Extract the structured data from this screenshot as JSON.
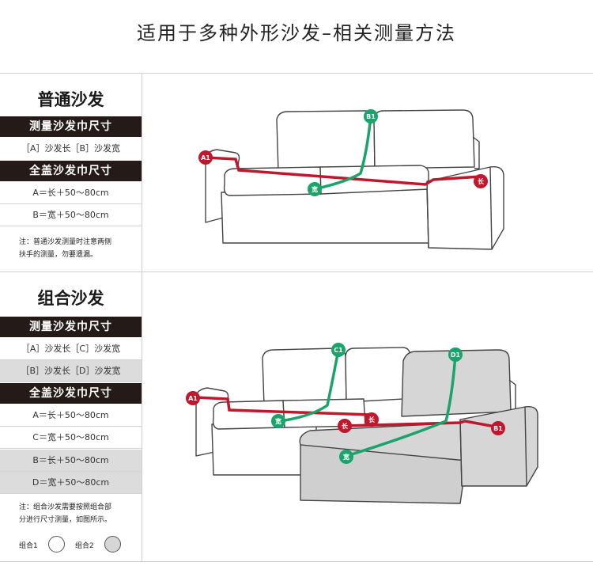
{
  "title": "适用于多种外形沙发–相关测量方法",
  "colors": {
    "bar_bg": "#241a17",
    "red_line": "#c0172c",
    "green_line": "#1aa36a",
    "gray_row": "#dcdcdc"
  },
  "regular": {
    "heading": "普通沙发",
    "measure_bar": "测量沙发巾尺寸",
    "measure_row": "［A］沙发长［B］沙发宽",
    "cover_bar": "全盖沙发巾尺寸",
    "rows": [
      "A＝长＋50～80cm",
      "B＝宽＋50～80cm"
    ],
    "note_line1": "注：普通沙发测量时注意两侧",
    "note_line2": "扶手的测量，勿要遗漏。",
    "markers": {
      "a1": "A1",
      "b1": "B1",
      "width": "宽",
      "length": "长"
    }
  },
  "combo": {
    "heading": "组合沙发",
    "measure_bar": "测量沙发巾尺寸",
    "measure_rows": [
      "［A］沙发长［C］沙发宽",
      "［B］沙发长［D］沙发宽"
    ],
    "cover_bar": "全盖沙发巾尺寸",
    "rows": [
      "A＝长＋50～80cm",
      "C＝宽＋50～80cm",
      "B＝长＋50～80cm",
      "D＝宽＋50～80cm"
    ],
    "note_line1": "注：组合沙发需要按照组合部",
    "note_line2": "分进行尺寸测量，如图所示。",
    "legend1": "组合1",
    "legend2": "组合2",
    "markers": {
      "a1": "A1",
      "c1": "C1",
      "d1": "D1",
      "b1": "B1",
      "width1": "宽",
      "width2": "宽",
      "length1": "长",
      "length2": "长"
    }
  }
}
